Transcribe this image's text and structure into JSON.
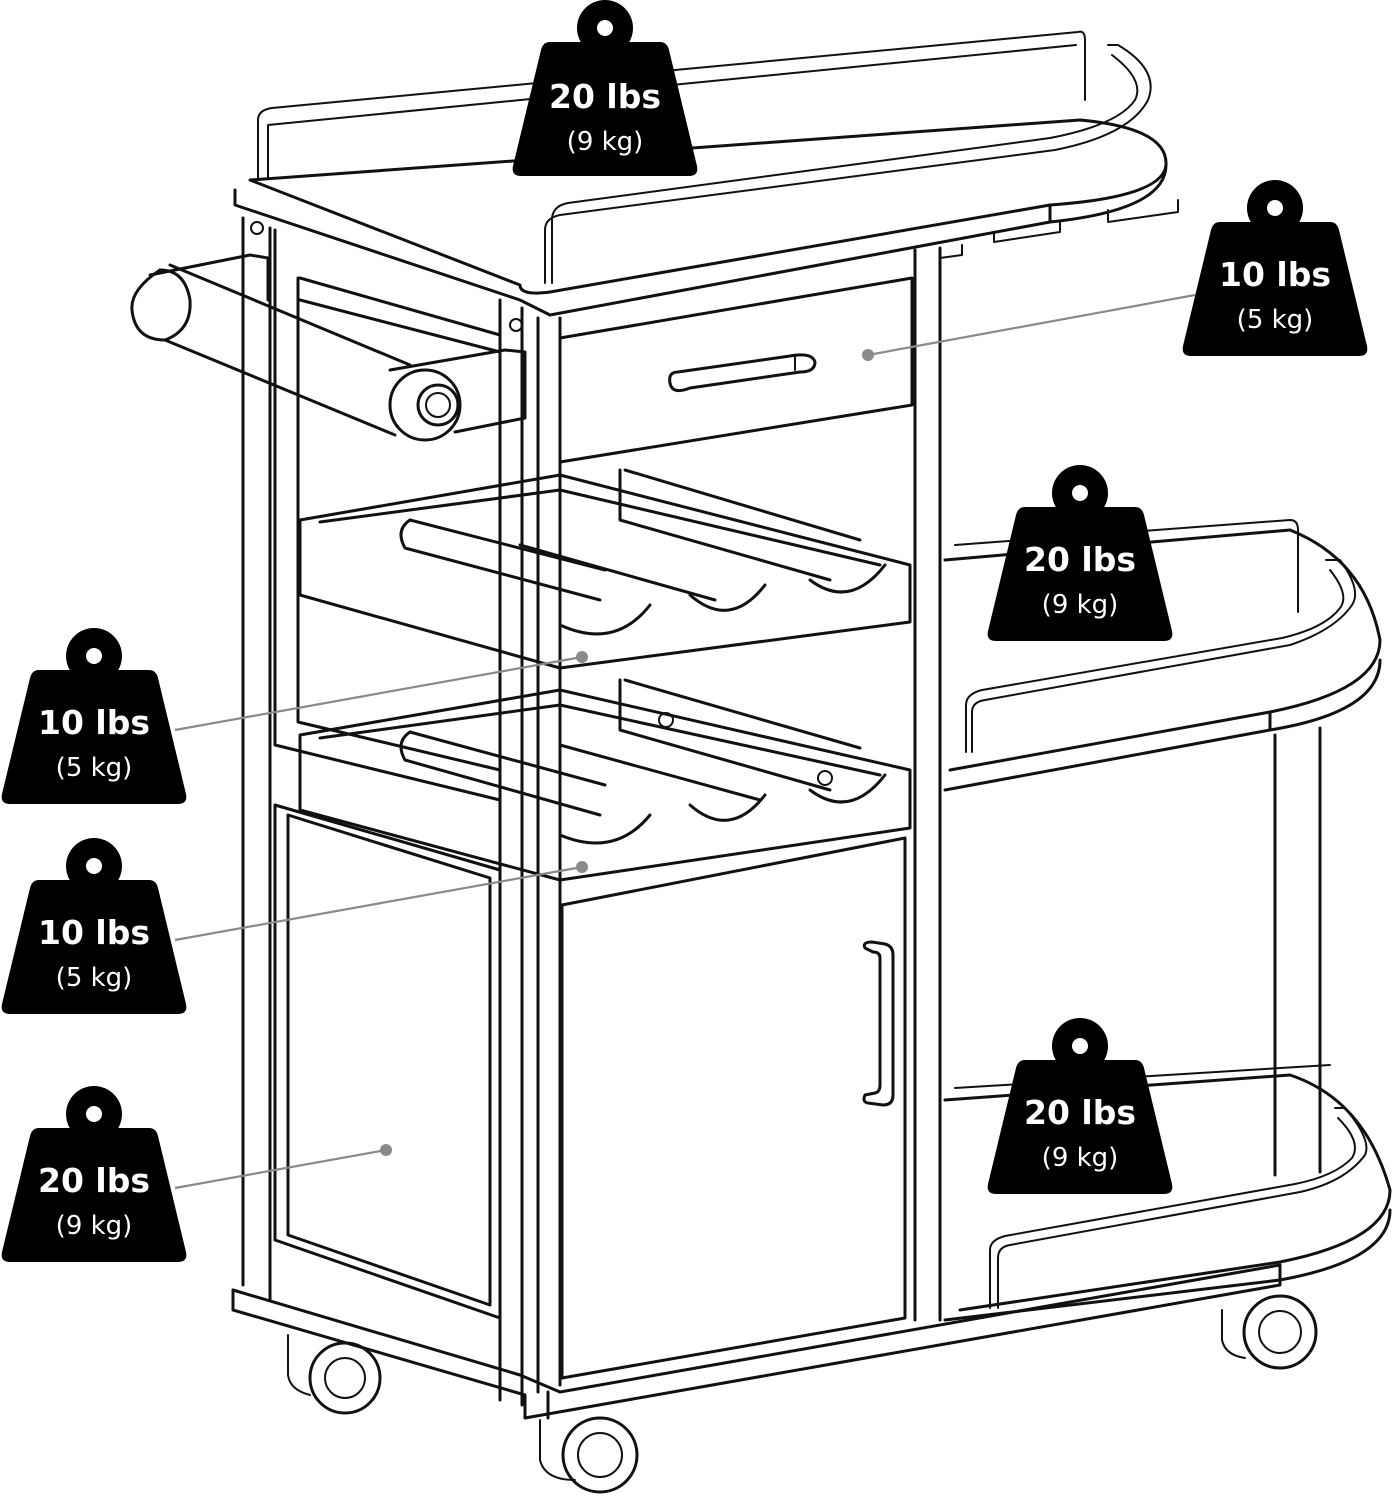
{
  "weights": [
    {
      "id": "top-shelf",
      "lbs": "20 lbs",
      "kg": "(9 kg)"
    },
    {
      "id": "drawer",
      "lbs": "10 lbs",
      "kg": "(5 kg)"
    },
    {
      "id": "side-middle-shelf",
      "lbs": "20 lbs",
      "kg": "(9 kg)"
    },
    {
      "id": "upper-wine-rack",
      "lbs": "10 lbs",
      "kg": "(5 kg)"
    },
    {
      "id": "lower-wine-rack",
      "lbs": "10 lbs",
      "kg": "(5 kg)"
    },
    {
      "id": "cabinet",
      "lbs": "20 lbs",
      "kg": "(9 kg)"
    },
    {
      "id": "side-bottom-shelf",
      "lbs": "20 lbs",
      "kg": "(9 kg)"
    }
  ]
}
